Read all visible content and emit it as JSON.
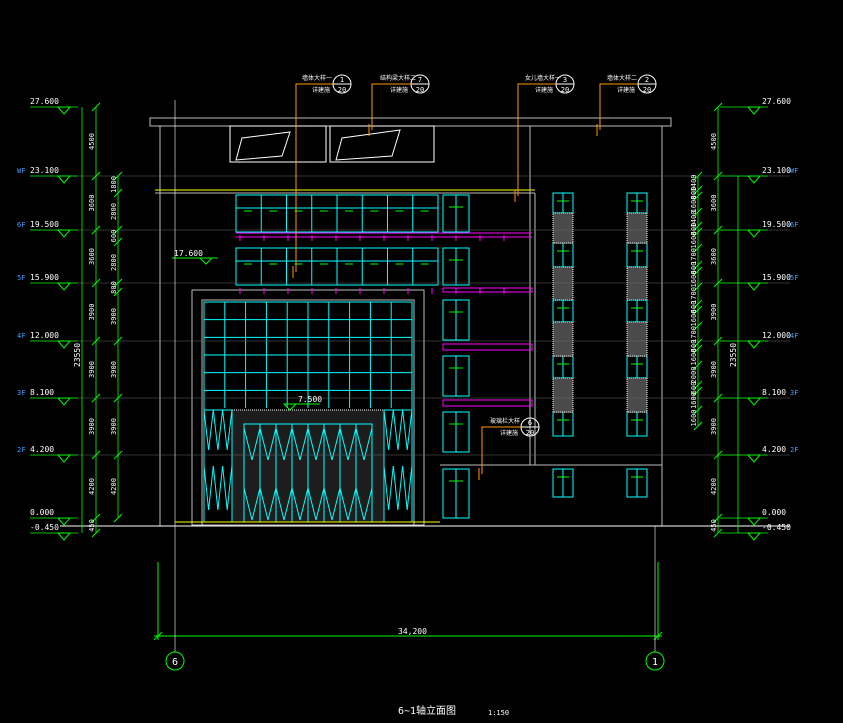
{
  "colors": {
    "background": "#000000",
    "cyan": "#00ffff",
    "white": "#ffffff",
    "green": "#00ff00",
    "yellow": "#ffff00",
    "orange": "#ff9a00",
    "magenta": "#ff00ff",
    "gray": "#bdbdbd",
    "blue": "#3aa0ff"
  },
  "drawing": {
    "title": "6~1轴立面图",
    "scale": "1:150",
    "overall_width": "34,200",
    "overall_height": "23550",
    "canopy_level": "7.500",
    "podium_level": "17.600"
  },
  "levels": [
    {
      "elev": "27.600",
      "floor": ""
    },
    {
      "elev": "23.100",
      "floor": "WF"
    },
    {
      "elev": "19.500",
      "floor": "6F"
    },
    {
      "elev": "15.900",
      "floor": "5F"
    },
    {
      "elev": "12.000",
      "floor": "4F"
    },
    {
      "elev": "8.100",
      "floor": "3F"
    },
    {
      "elev": "4.200",
      "floor": "2F"
    },
    {
      "elev": "0.000",
      "floor": ""
    },
    {
      "elev": "-0.450",
      "floor": ""
    }
  ],
  "left_dims_outer": [
    "4500",
    "3600",
    "3600",
    "3900",
    "3900",
    "3900",
    "4200",
    "450"
  ],
  "left_dims_inner": [
    "1800",
    "2800",
    "600",
    "2800",
    "800",
    "3900",
    "3900",
    "3900",
    "4200"
  ],
  "right_dims_outer": [
    "4500",
    "3600",
    "3600",
    "3900",
    "3900",
    "3900",
    "4200",
    "450"
  ],
  "right_dims_inner": [
    "1400",
    "600",
    "1600",
    "1400",
    "600",
    "1600",
    "1700",
    "600",
    "1600",
    "1700",
    "600",
    "1600",
    "1700",
    "600",
    "1600",
    "2000",
    "600",
    "1600",
    "1600"
  ],
  "axes": [
    {
      "label": "6"
    },
    {
      "label": "1"
    }
  ],
  "callouts": [
    {
      "text": "墙体大样一",
      "sub": "详建施",
      "num": "1",
      "sheet": "20"
    },
    {
      "text": "结构梁大样二",
      "sub": "详建施",
      "num": "7",
      "sheet": "20"
    },
    {
      "text": "女儿墙大样一",
      "sub": "详建施",
      "num": "3",
      "sheet": "20"
    },
    {
      "text": "墙体大样二",
      "sub": "详建施",
      "num": "2",
      "sheet": "20"
    },
    {
      "text": "玻璃栏大样",
      "sub": "详建施",
      "num": "6",
      "sheet": "20"
    }
  ]
}
